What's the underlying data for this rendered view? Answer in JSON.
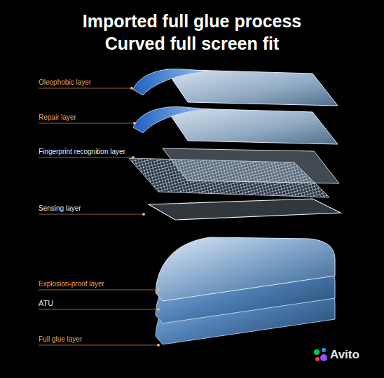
{
  "diagram": {
    "title": "Imported full glue process Curved full screen fit",
    "labels": [
      "Oleophobic layer",
      "Repair layer",
      "Fingerprint recognition layer",
      "Sensing layer",
      "Explosion-proof layer",
      "ATU",
      "Full glue layer",
      "Avito"
    ]
  }
}
